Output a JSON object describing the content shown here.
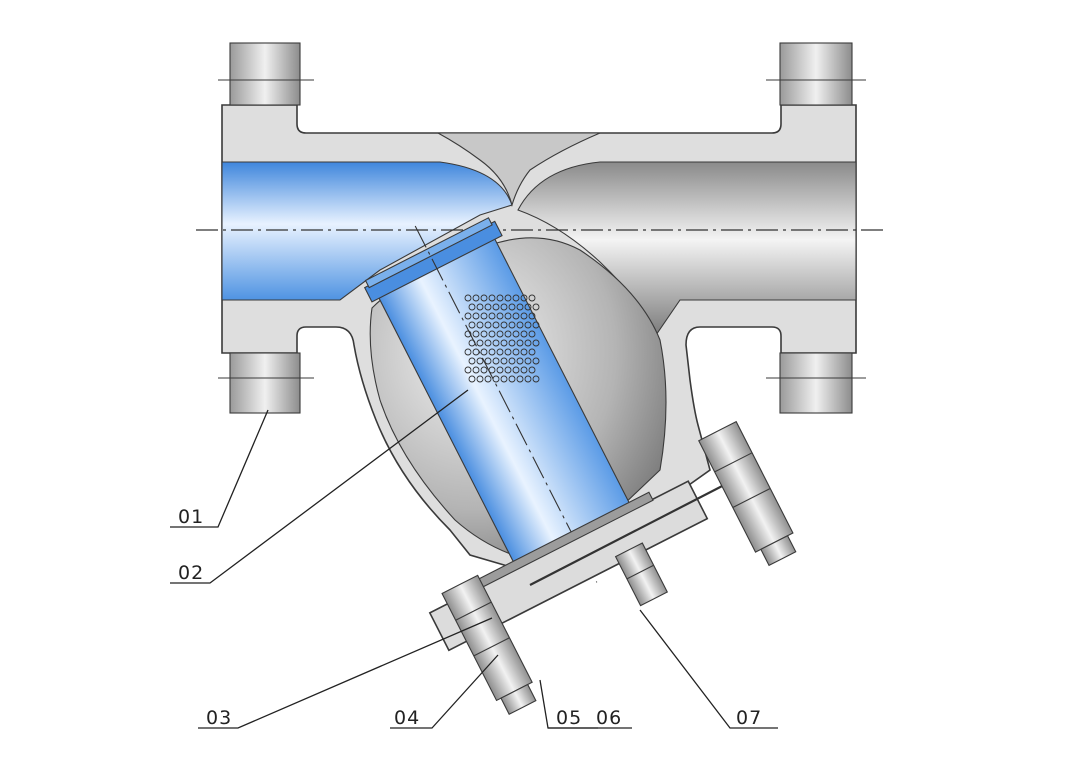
{
  "callouts": [
    {
      "id": "c01",
      "label": "01"
    },
    {
      "id": "c02",
      "label": "02"
    },
    {
      "id": "c03",
      "label": "03"
    },
    {
      "id": "c04",
      "label": "04"
    },
    {
      "id": "c05",
      "label": "05"
    },
    {
      "id": "c06",
      "label": "06"
    },
    {
      "id": "c07",
      "label": "07"
    }
  ],
  "colors": {
    "body_metal": "#dcdcdc",
    "flow_blue": "#5f9ee3",
    "screen_blue": "#7fb3ef",
    "outline": "#3a3a3a"
  }
}
